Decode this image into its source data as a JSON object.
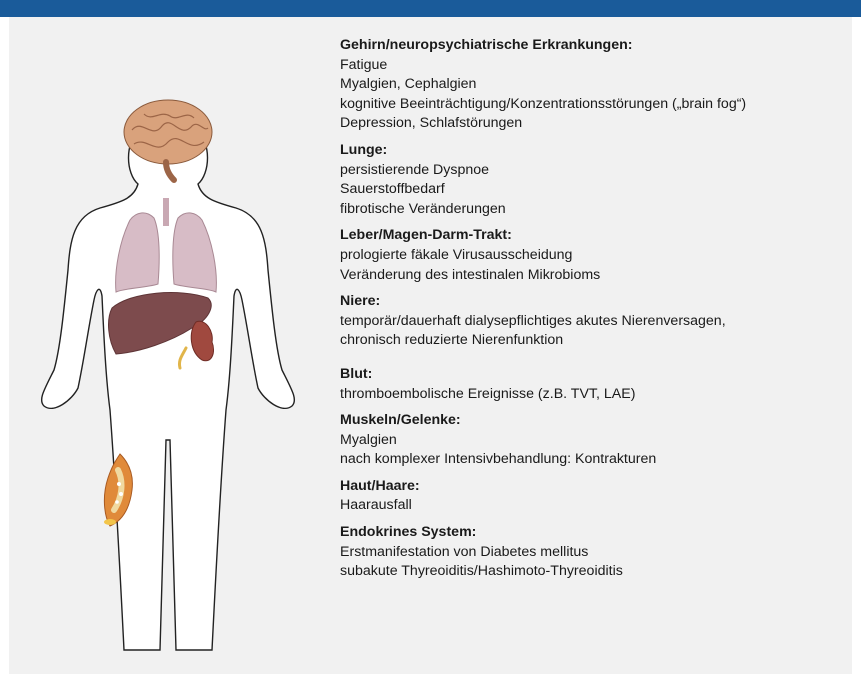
{
  "colors": {
    "top_bar": "#1a5b9a",
    "panel_background": "#f1f1f1",
    "text": "#1a1a1a",
    "brain": "#d9a27c",
    "lungs": "#d7bcc6",
    "liver": "#7d4b4d",
    "kidney": "#a0493f",
    "vessel": "#e08a3a"
  },
  "figure": {
    "icons": [
      "brain-icon",
      "lungs-icon",
      "liver-icon",
      "kidney-icon",
      "blood-vessel-icon"
    ]
  },
  "sections": [
    {
      "title": "Gehirn/neuropsychiatrische Erkrankungen:",
      "items": [
        "Fatigue",
        "Myalgien, Cephalgien",
        "kognitive Beeinträchtigung/Konzentrationsstörungen („brain fog“)",
        "Depression, Schlafstörungen"
      ]
    },
    {
      "title": "Lunge:",
      "items": [
        "persistierende Dyspnoe",
        "Sauerstoffbedarf",
        "fibrotische Veränderungen"
      ]
    },
    {
      "title": "Leber/Magen-Darm-Trakt:",
      "items": [
        "prologierte fäkale Virusausscheidung",
        "Veränderung des intestinalen Mikrobioms"
      ]
    },
    {
      "title": "Niere:",
      "items": [
        "temporär/dauerhaft dialysepflichtiges akutes Nierenversagen,",
        "chronisch reduzierte Nierenfunktion"
      ]
    },
    {
      "title": "Blut:",
      "items": [
        "thromboembolische Ereignisse (z.B. TVT, LAE)"
      ]
    },
    {
      "title": "Muskeln/Gelenke:",
      "items": [
        "Myalgien",
        "nach komplexer Intensivbehandlung: Kontrakturen"
      ]
    },
    {
      "title": "Haut/Haare:",
      "items": [
        "Haarausfall"
      ]
    },
    {
      "title": "Endokrines System:",
      "items": [
        "Erstmanifestation von Diabetes mellitus",
        "subakute Thyreoiditis/Hashimoto-Thyreoiditis"
      ]
    }
  ]
}
